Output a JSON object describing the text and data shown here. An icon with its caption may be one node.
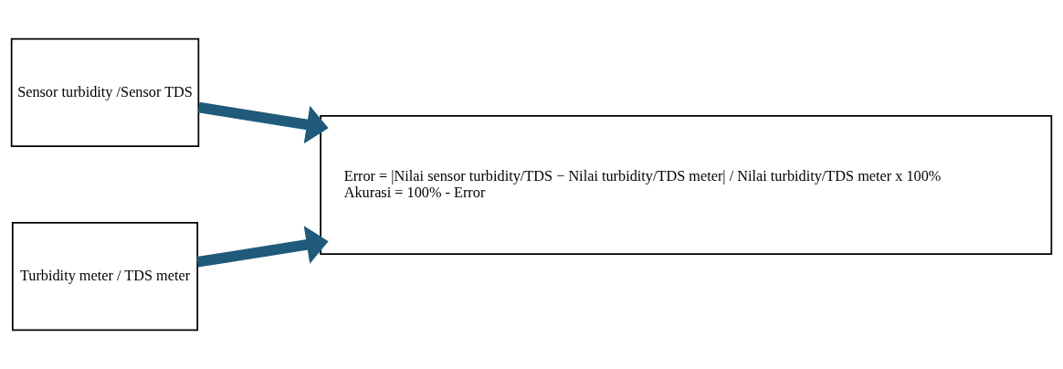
{
  "diagram": {
    "nodes": [
      {
        "text": [
          "Sensor turbidity /Sensor TDS"
        ]
      },
      {
        "text": [
          "Turbidity meter / TDS meter"
        ]
      },
      {
        "text": [
          "Error = |Nilai sensor turbidity/TDS − Nilai turbidity/TDS meter| / Nilai turbidity/TDS meter x 100%",
          "Akurasi = 100% - Error"
        ]
      }
    ],
    "edges": [
      {
        "from": 0,
        "to": 2,
        "arrow": "to"
      },
      {
        "from": 1,
        "to": 2,
        "arrow": "to"
      }
    ]
  }
}
